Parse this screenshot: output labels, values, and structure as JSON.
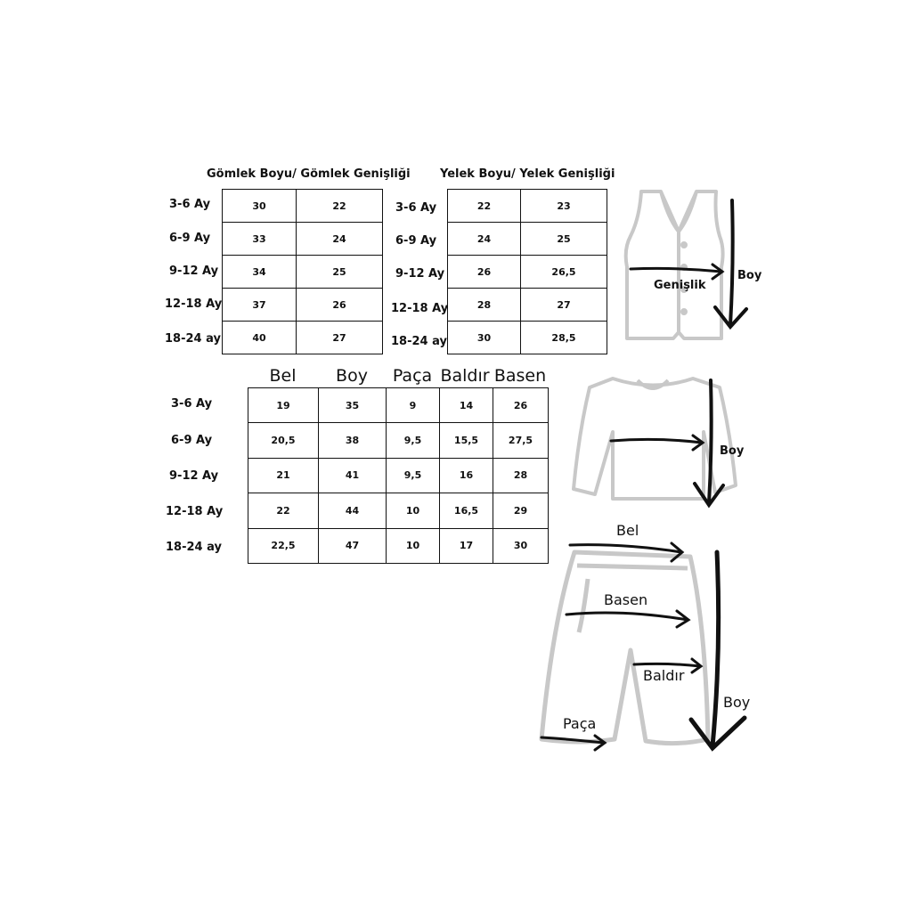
{
  "shirt_table": {
    "title": "Gömlek Boyu/ Gömlek Genişliği",
    "rows": [
      {
        "label": "3-6 Ay",
        "values": [
          "30",
          "22"
        ]
      },
      {
        "label": "6-9 Ay",
        "values": [
          "33",
          "24"
        ]
      },
      {
        "label": "9-12 Ay",
        "values": [
          "34",
          "25"
        ]
      },
      {
        "label": "12-18 Ay",
        "values": [
          "37",
          "26"
        ]
      },
      {
        "label": "18-24 ay",
        "values": [
          "40",
          "27"
        ]
      }
    ]
  },
  "vest_table": {
    "title": "Yelek Boyu/ Yelek Genişliği",
    "rows": [
      {
        "label": "3-6 Ay",
        "values": [
          "22",
          "23"
        ]
      },
      {
        "label": "6-9 Ay",
        "values": [
          "24",
          "25"
        ]
      },
      {
        "label": "9-12 Ay",
        "values": [
          "26",
          "26,5"
        ]
      },
      {
        "label": "12-18 Ay",
        "values": [
          "28",
          "27"
        ]
      },
      {
        "label": "18-24 ay",
        "values": [
          "30",
          "28,5"
        ]
      }
    ]
  },
  "pants_table": {
    "headers": [
      "Bel",
      "Boy",
      "Paça",
      "Baldır",
      "Basen"
    ],
    "rows": [
      {
        "label": "3-6 Ay",
        "values": [
          "19",
          "35",
          "9",
          "14",
          "26"
        ]
      },
      {
        "label": "6-9 Ay",
        "values": [
          "20,5",
          "38",
          "9,5",
          "15,5",
          "27,5"
        ]
      },
      {
        "label": "9-12 Ay",
        "values": [
          "21",
          "41",
          "9,5",
          "16",
          "28"
        ]
      },
      {
        "label": "12-18 Ay",
        "values": [
          "22",
          "44",
          "10",
          "16,5",
          "29"
        ]
      },
      {
        "label": "18-24 ay",
        "values": [
          "22,5",
          "47",
          "10",
          "17",
          "30"
        ]
      }
    ]
  },
  "vest_diagram": {
    "width_label": "Genişlik",
    "length_label": "Boy"
  },
  "shirt_diagram": {
    "length_label": "Boy"
  },
  "pants_diagram": {
    "bel_label": "Bel",
    "basen_label": "Basen",
    "baldir_label": "Baldır",
    "paca_label": "Paça",
    "boy_label": "Boy"
  },
  "colors": {
    "ink": "#111111",
    "garment_outline": "#c8c8c8"
  }
}
